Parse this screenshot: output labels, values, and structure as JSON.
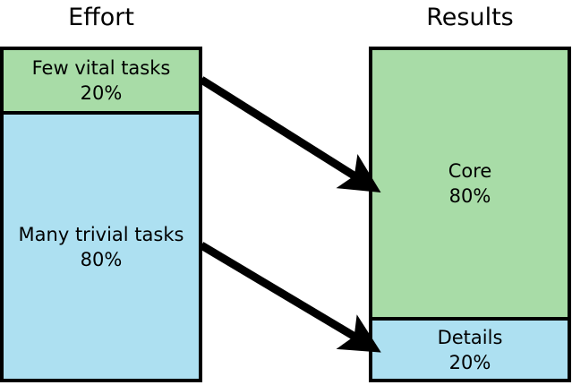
{
  "diagram": {
    "type": "pareto-principle-80-20",
    "background_color": "#ffffff",
    "outline_color": "#000000",
    "green_color": "#a8dca7",
    "blue_color": "#ade0f1"
  },
  "left_column": {
    "title": "Effort",
    "segments": [
      {
        "label": "Few vital tasks",
        "percent": "20%",
        "value": 20,
        "color": "#a8dca7"
      },
      {
        "label": "Many trivial tasks",
        "percent": "80%",
        "value": 80,
        "color": "#ade0f1"
      }
    ]
  },
  "right_column": {
    "title": "Results",
    "segments": [
      {
        "label": "Core",
        "percent": "80%",
        "value": 80,
        "color": "#a8dca7"
      },
      {
        "label": "Details",
        "percent": "20%",
        "value": 20,
        "color": "#ade0f1"
      }
    ]
  },
  "arrows": [
    {
      "name": "vital-to-core",
      "from": "Few vital tasks",
      "to": "Core"
    },
    {
      "name": "trivial-to-details",
      "from": "Many trivial tasks",
      "to": "Details"
    }
  ]
}
